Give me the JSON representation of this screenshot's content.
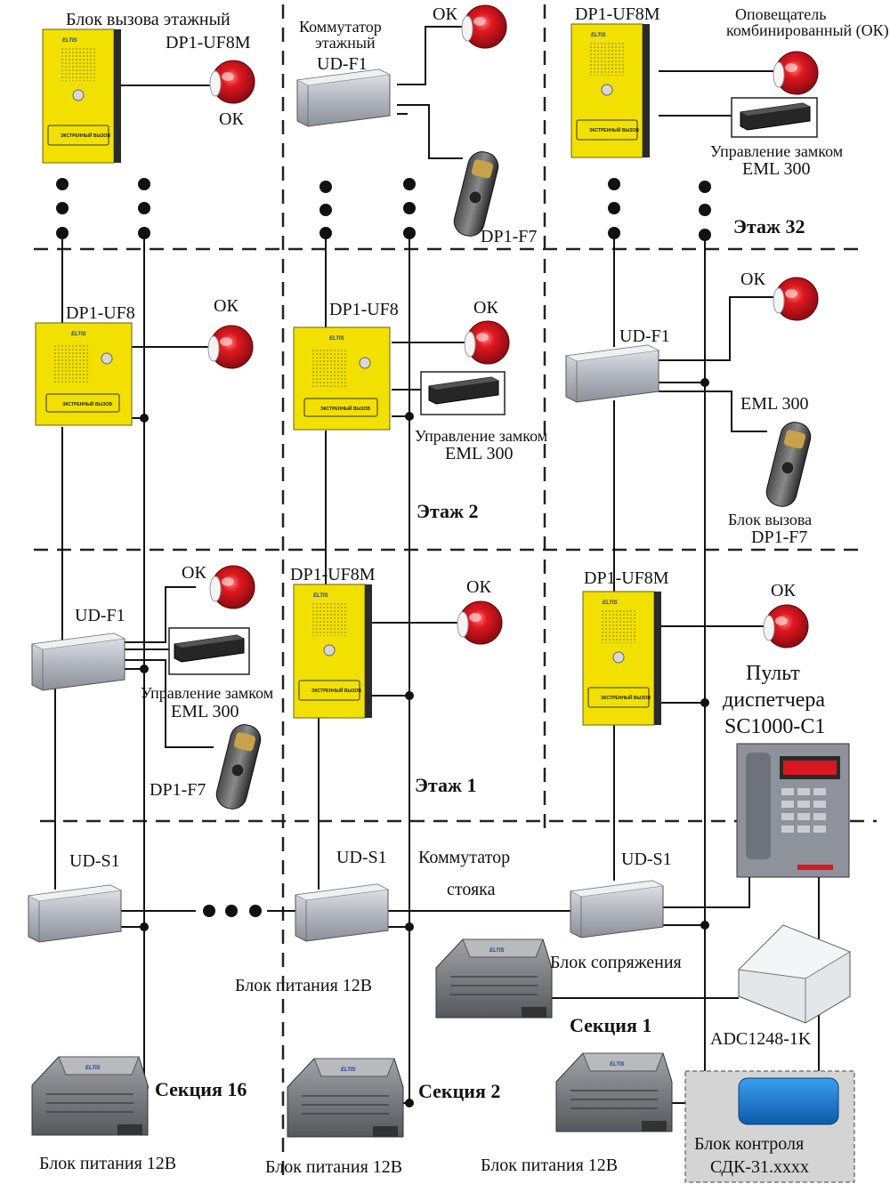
{
  "labels": {
    "call_unit_floor": "Блок вызова этажный",
    "dp1_uf8m": "DP1-UF8M",
    "dp1_uf8": "DP1-UF8",
    "dp1_f7": "DP1-F7",
    "ok": "ОК",
    "commutator_floor_line1": "Коммутатор",
    "commutator_floor_line2": "этажный",
    "ud_f1": "UD-F1",
    "notifier_line1": "Оповещатель",
    "notifier_line2": "комбинированный (ОК)",
    "lock_control": "Управление замком",
    "eml300": "EML 300",
    "call_unit_line1": "Блок вызова",
    "ud_s1": "UD-S1",
    "riser_commutator_line1": "Коммутатор",
    "riser_commutator_line2": "стояка",
    "power_unit": "Блок питания 12В",
    "interface_unit": "Блок сопряжения",
    "adc": "ADC1248-1K",
    "dispatcher_line1": "Пульт",
    "dispatcher_line2": "диспетчера",
    "dispatcher_line3": "SC1000-C1",
    "control_unit_line1": "Блок контроля",
    "control_unit_line2": "СДК-31.хххх",
    "floor_32": "Этаж 32",
    "floor_2": "Этаж 2",
    "floor_1": "Этаж 1",
    "section_16": "Секция 16",
    "section_2": "Секция 2",
    "section_1": "Секция 1",
    "logo": "ELTIS",
    "panel_button": "ЭКСТРЕННЫЙ ВЫЗОВ"
  },
  "colors": {
    "panel_yellow": "#f2e000",
    "siren_red": "#d8121b",
    "metal": "#b8bcc4",
    "wire": "#111111",
    "control_blue": "#1a78c8"
  }
}
